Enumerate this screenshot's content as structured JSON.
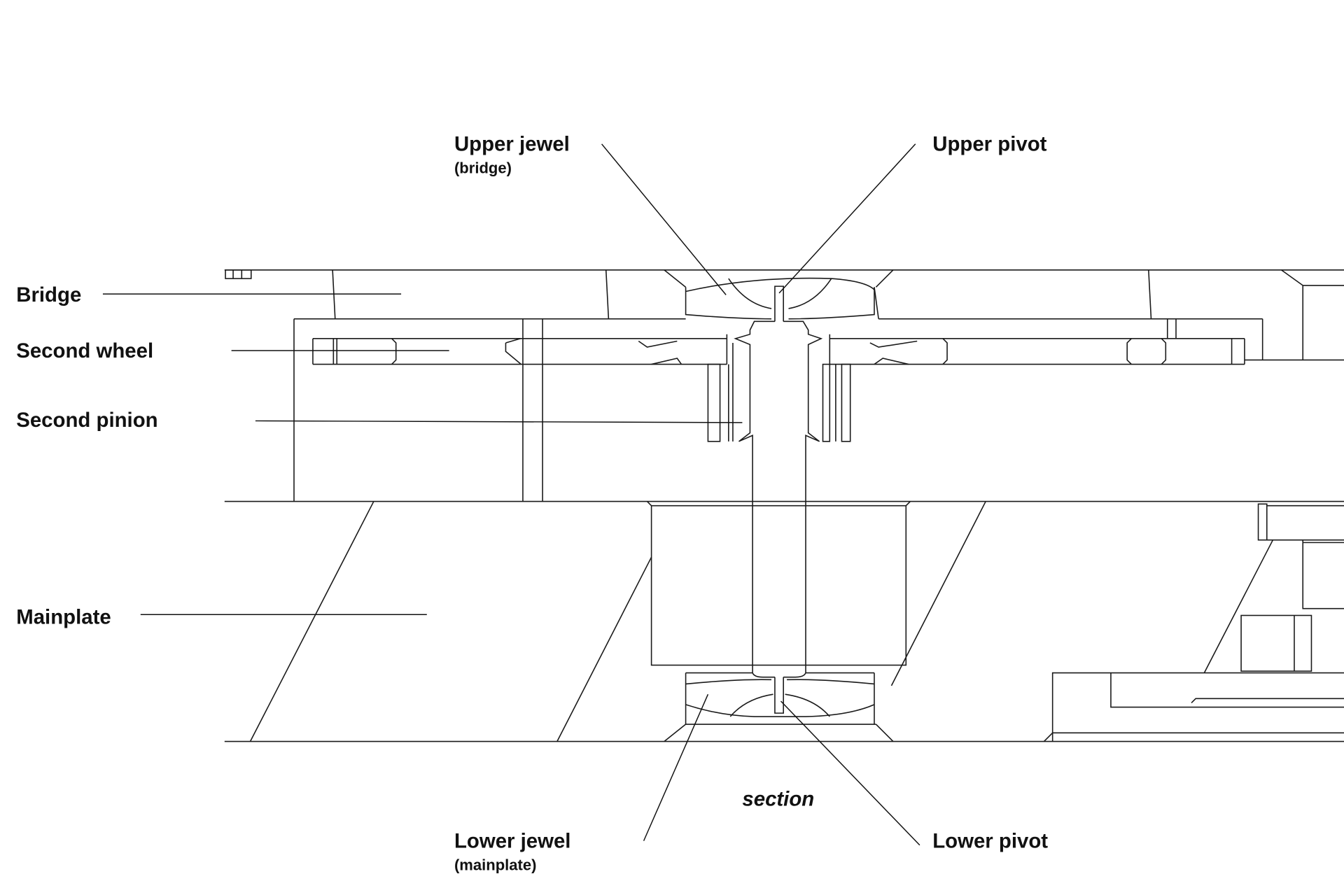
{
  "diagram": {
    "caption": "section",
    "labels": {
      "upper_jewel": "Upper jewel",
      "upper_jewel_sub": "(bridge)",
      "upper_pivot": "Upper pivot",
      "bridge": "Bridge",
      "second_wheel": "Second wheel",
      "second_pinion": "Second pinion",
      "mainplate": "Mainplate",
      "lower_jewel": "Lower jewel",
      "lower_jewel_sub": "(mainplate)",
      "lower_pivot": "Lower pivot"
    },
    "colors": {
      "line": "#1a1a1a",
      "background": "#ffffff"
    }
  }
}
